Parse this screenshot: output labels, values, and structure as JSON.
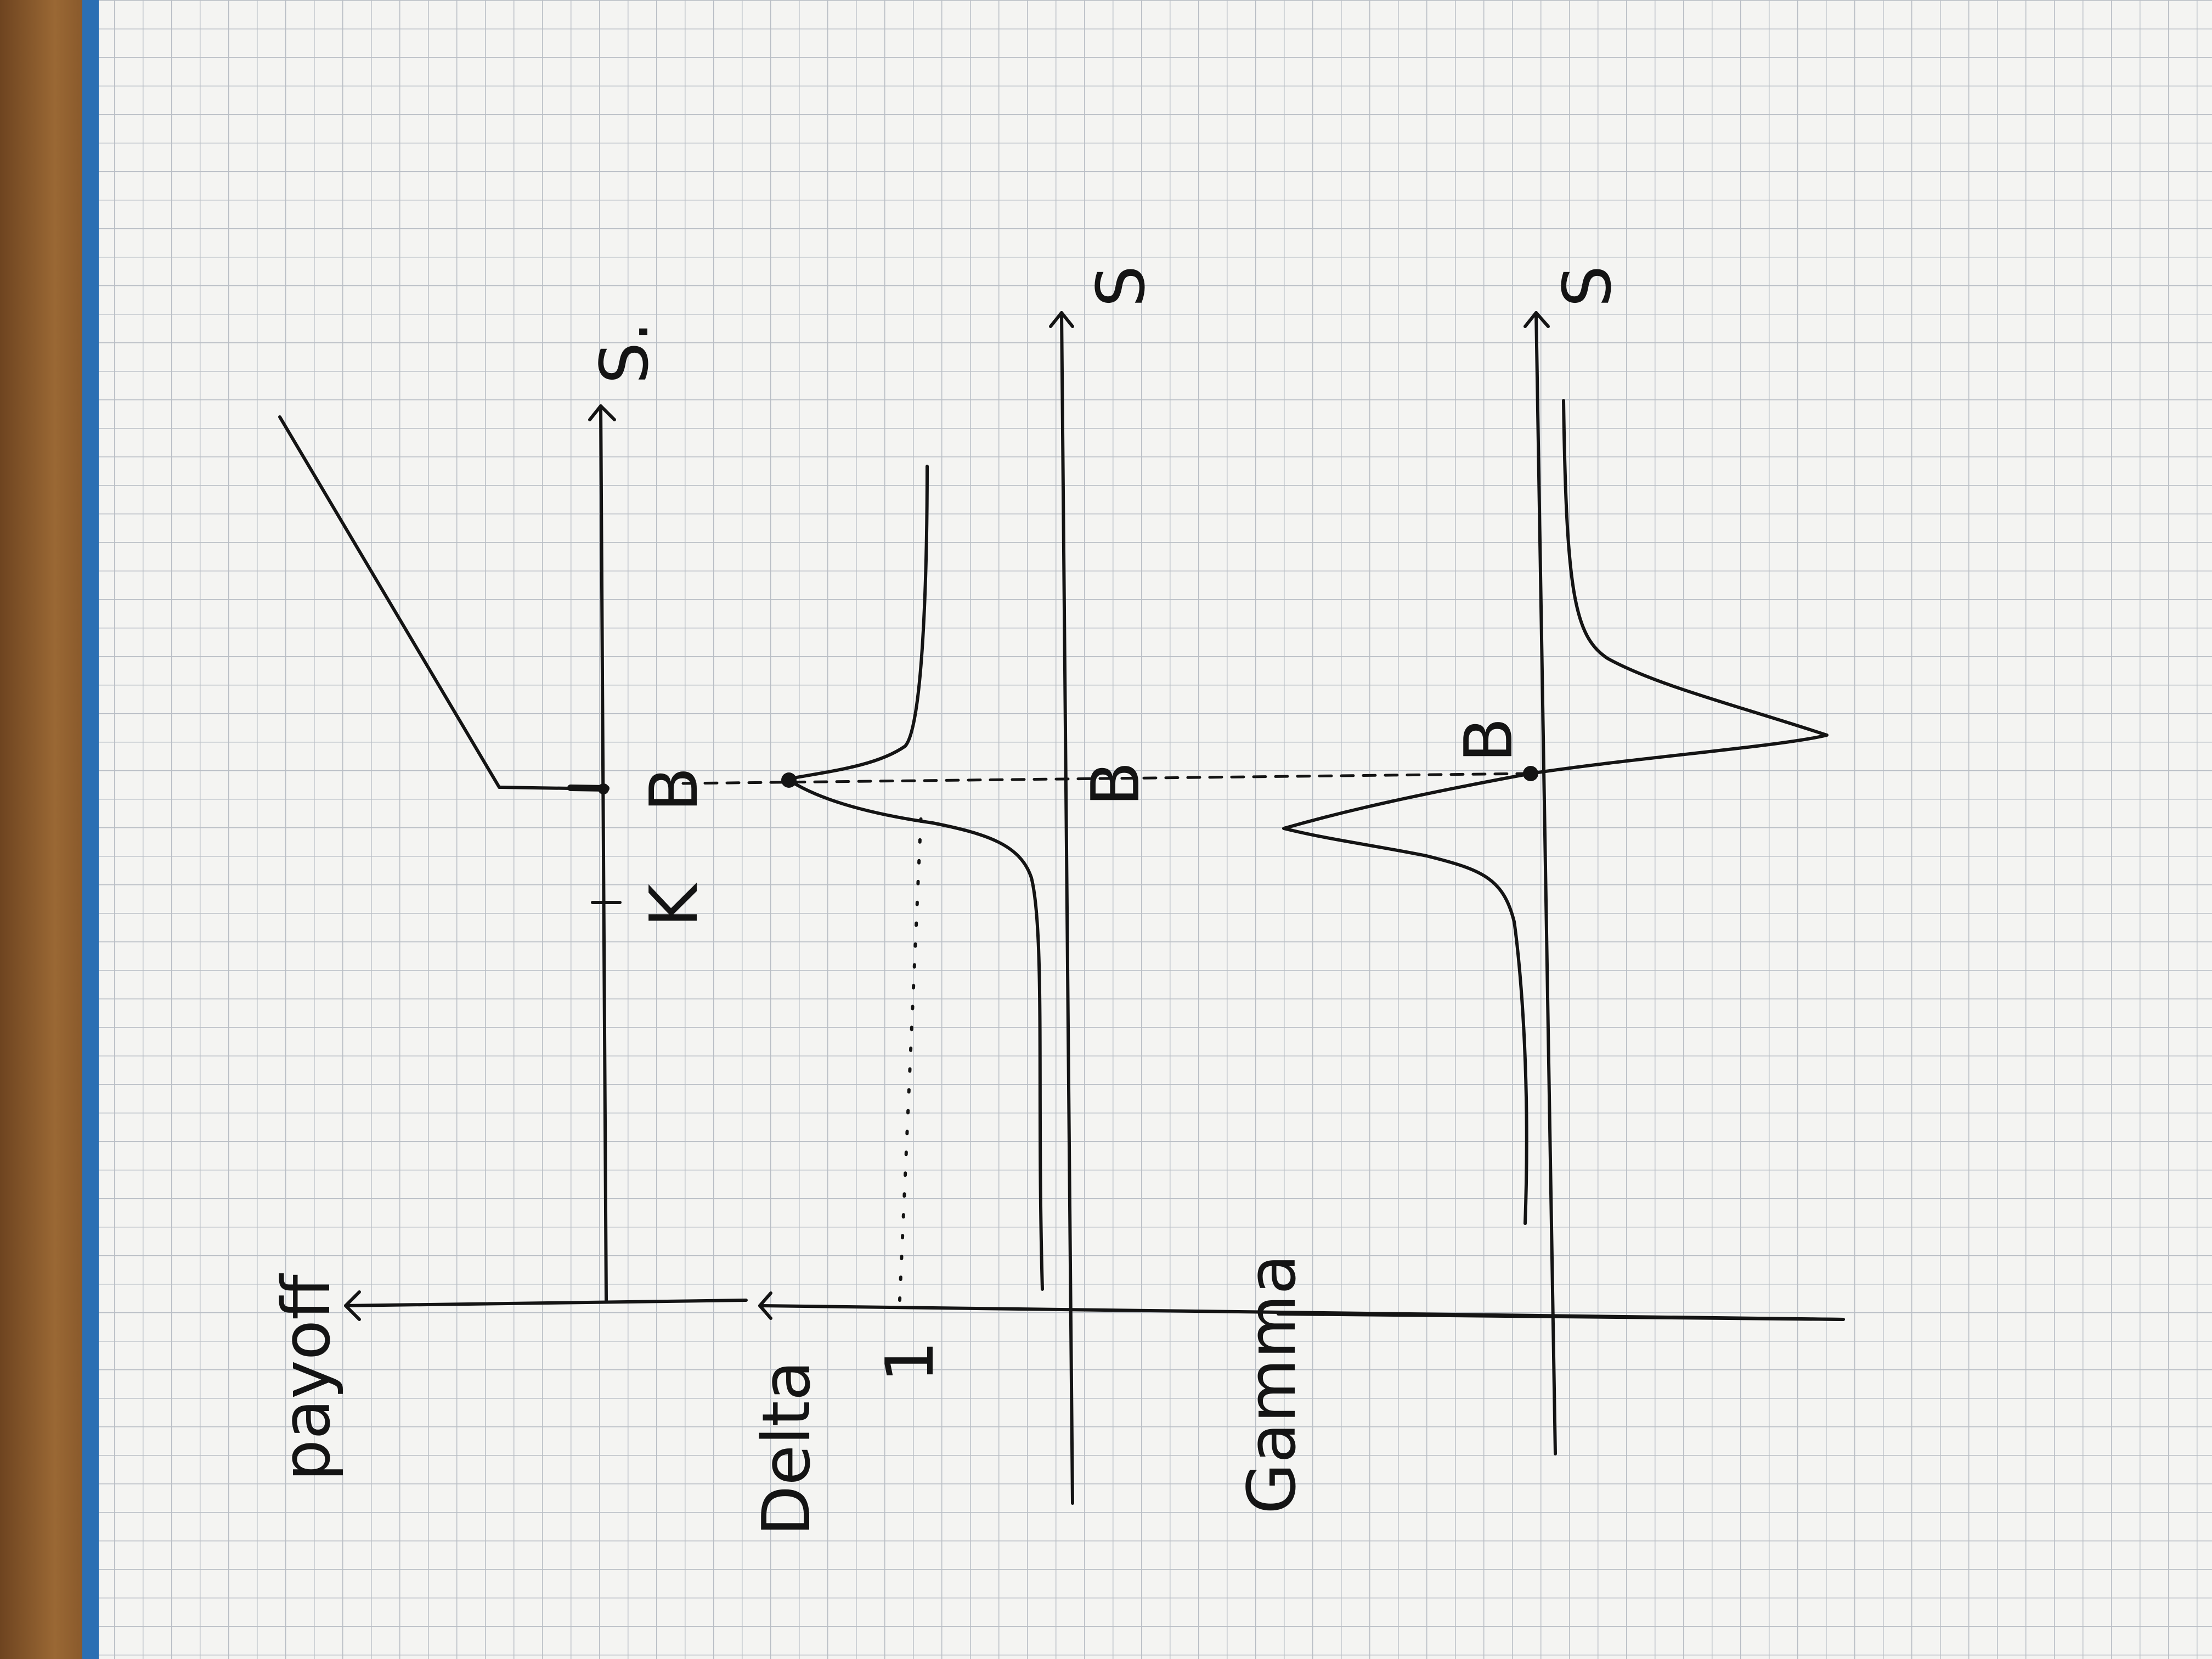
{
  "labels": {
    "payoff": "payoff",
    "delta": "Delta",
    "gamma": "Gamma",
    "s_payoff": "S.",
    "s_delta": "S",
    "s_gamma": "S",
    "k": "K",
    "b_payoff": "B",
    "b_delta": "B",
    "b_gamma": "B",
    "one": "1"
  },
  "colors": {
    "paper": "#f4f4f2",
    "grid": "#b9bec5",
    "ink": "#141414",
    "desk": "#8a5a2e",
    "binding": "#2b6fb3"
  }
}
